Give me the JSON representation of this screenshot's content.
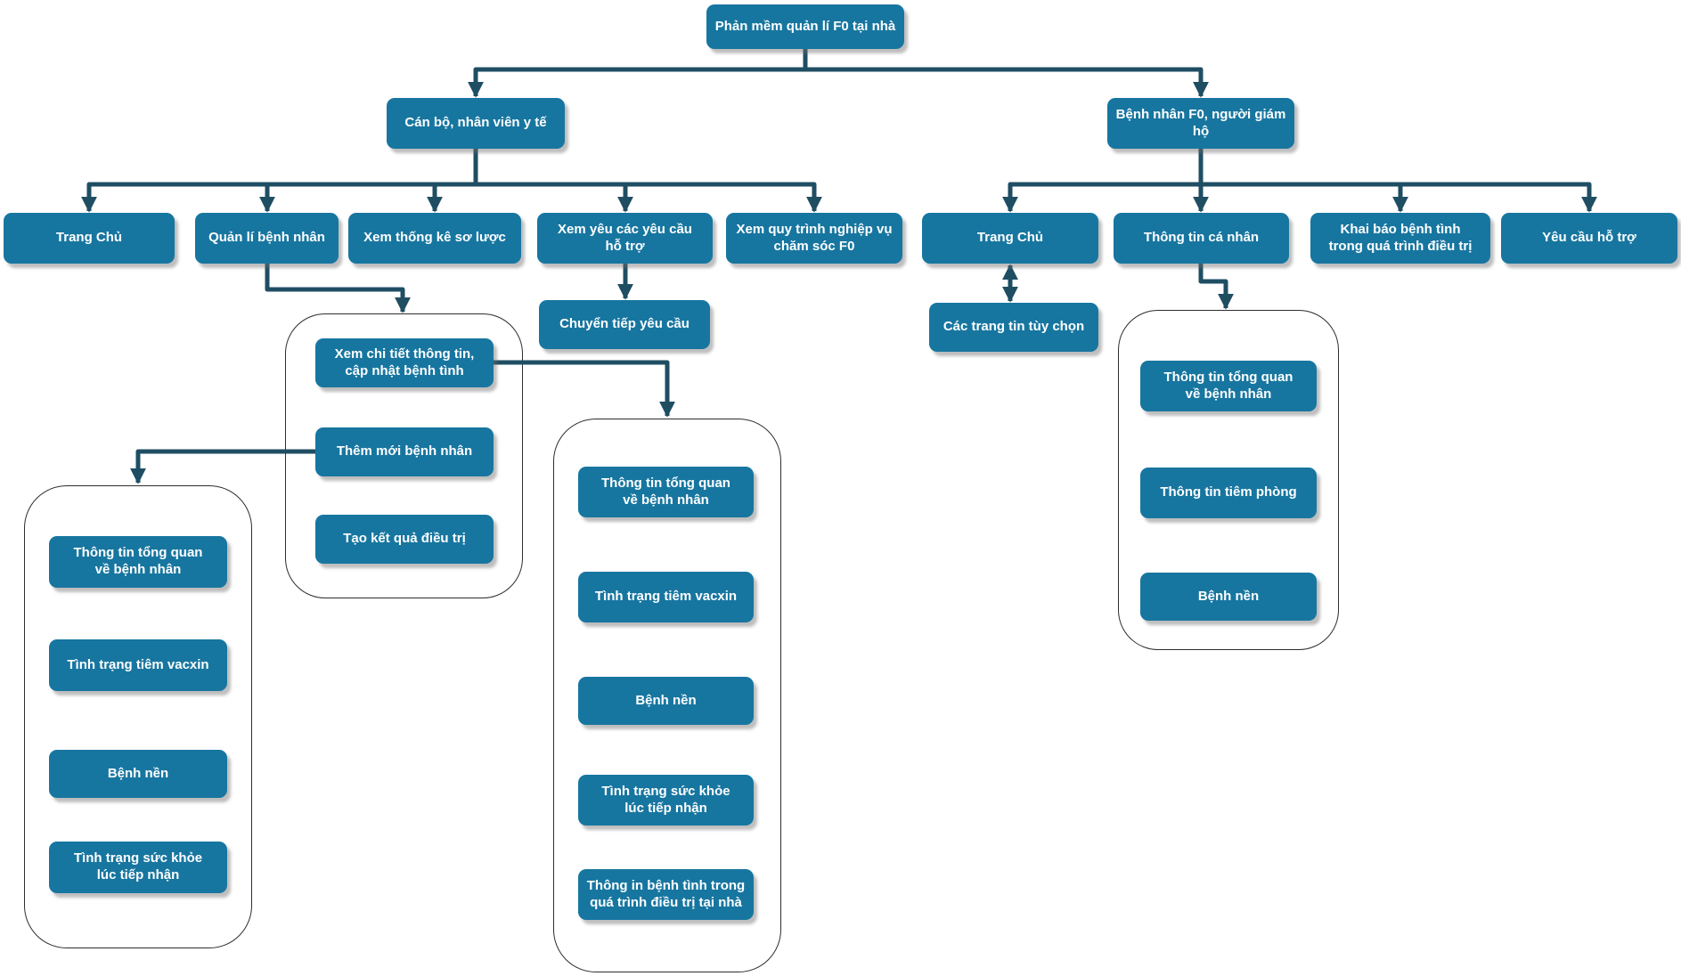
{
  "colors": {
    "node_fill": "#1776A0",
    "node_text": "#FFFFFF",
    "connector": "#1F4E63",
    "group_border": "#2D2D2D",
    "canvas_bg": "#FFFFFF"
  },
  "root": {
    "label": "Phản mềm quản lí F0 tại nhà"
  },
  "staff": {
    "label": "Cán bộ, nhân viên y tế",
    "children": {
      "home": "Trang Chủ",
      "manage": "Quản lí bệnh nhân",
      "stats": "Xem thống kê sơ lược",
      "requests": "Xem yêu các yêu cầu\nhỗ trợ",
      "process": "Xem quy trình nghiệp vụ\nchăm sóc F0"
    },
    "forward_request": "Chuyển tiếp yêu cầu",
    "manage_group": {
      "view_detail": "Xem chi tiết thông tin,\ncập nhật bệnh tình",
      "add_patient": "Thêm mới bệnh nhân",
      "create_result": "Tạo kết quả điều trị"
    },
    "add_patient_group": {
      "overview": "Thông tin tổng quan\nvề bệnh nhân",
      "vaccine_status": "Tình trạng tiêm vacxin",
      "underlying_disease": "Bệnh nền",
      "health_on_admission": "Tình trạng sức khỏe\nlúc tiếp nhận"
    },
    "detail_group": {
      "overview": "Thông tin tổng quan\nvề bệnh nhân",
      "vaccine_status": "Tình trạng tiêm vacxin",
      "underlying_disease": "Bệnh nền",
      "health_on_admission": "Tình trạng sức khỏe\nlúc tiếp nhận",
      "home_treatment_info": "Thông in bệnh tình trong\nquá trình điều trị tại nhà"
    }
  },
  "patient": {
    "label": "Bệnh nhân F0, người giám hộ",
    "children": {
      "home": "Trang Chủ",
      "personal_info": "Thông tin cá nhân",
      "declare_condition": "Khai báo bệnh tình\ntrong quá trình điều trị",
      "support_request": "Yêu cầu hỗ trợ"
    },
    "optional_pages": "Các trang tin tùy chọn",
    "personal_info_group": {
      "overview": "Thông tin tổng quan\nvề bệnh nhân",
      "vaccination_info": "Thông tin tiêm phòng",
      "underlying_disease": "Bệnh nền"
    }
  }
}
